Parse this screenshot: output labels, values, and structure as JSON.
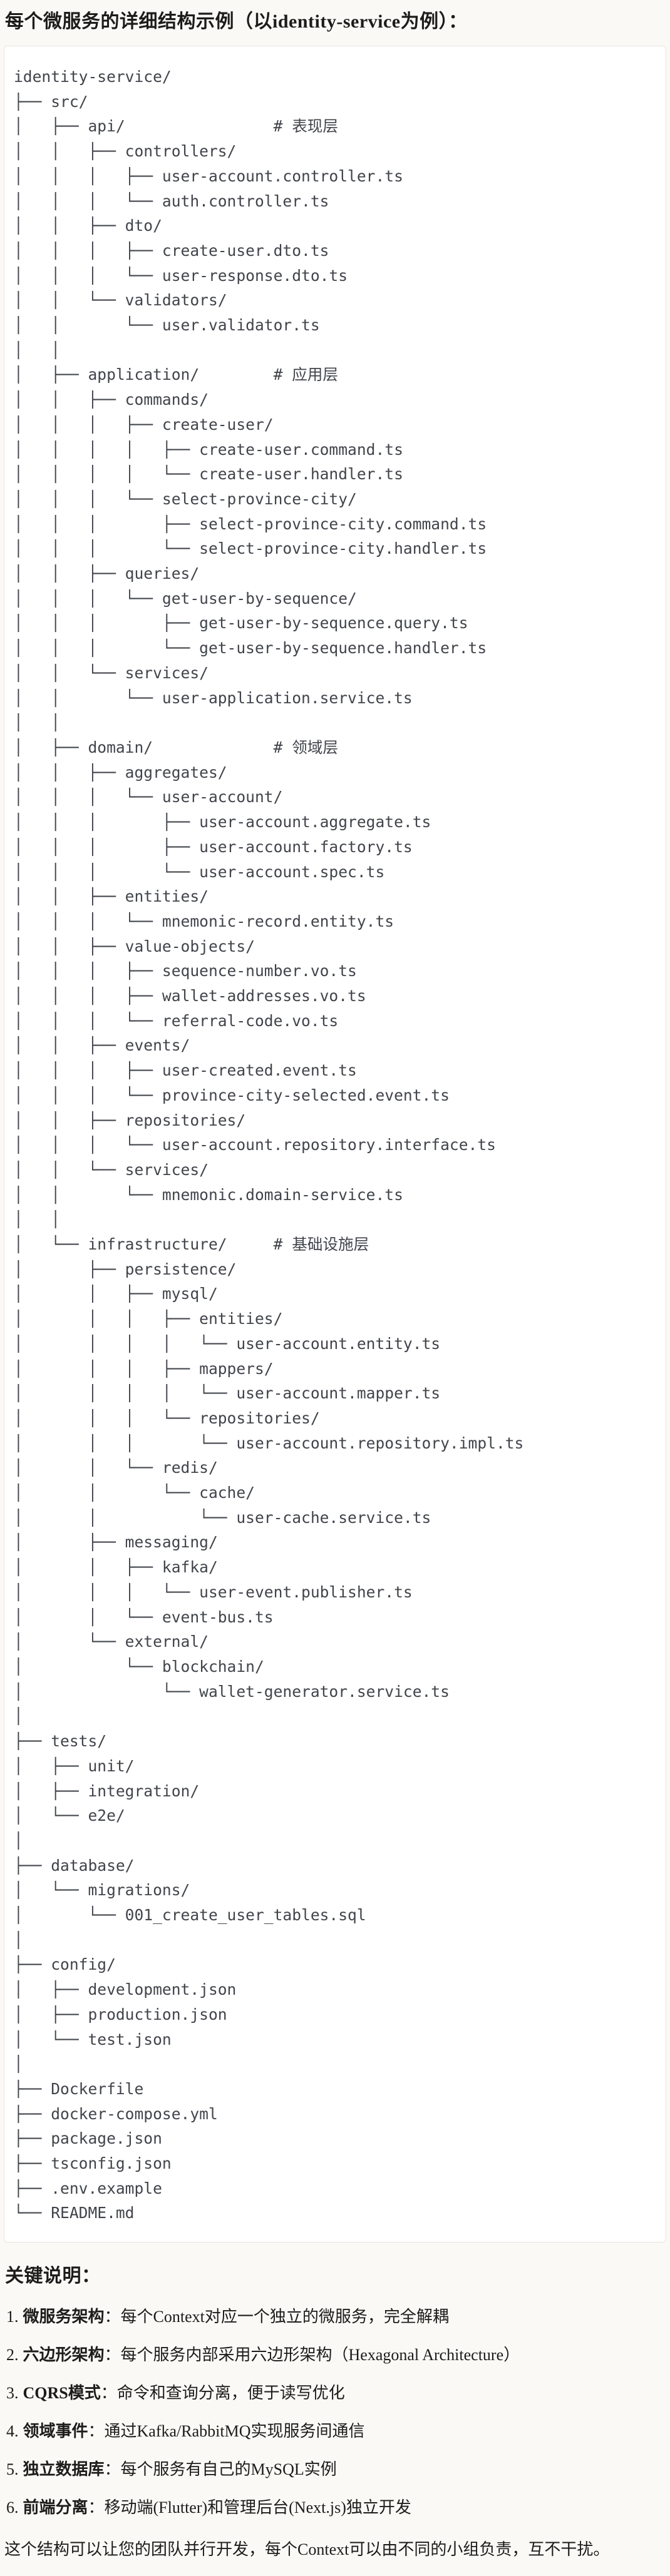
{
  "page": {
    "title": "每个微服务的详细结构示例（以identity-service为例）：",
    "section_heading": "关键说明：",
    "closing_paragraph": "这个结构可以让您的团队并行开发，每个Context可以由不同的小组负责，互不干扰。"
  },
  "code_block": {
    "root": "identity-service/",
    "layer_comments": [
      "# 表现层",
      "# 应用层",
      "# 领域层",
      "# 基础设施层"
    ],
    "lines": [
      "identity-service/",
      "├── src/",
      "│   ├── api/                # 表现层",
      "│   │   ├── controllers/",
      "│   │   │   ├── user-account.controller.ts",
      "│   │   │   └── auth.controller.ts",
      "│   │   ├── dto/",
      "│   │   │   ├── create-user.dto.ts",
      "│   │   │   └── user-response.dto.ts",
      "│   │   └── validators/",
      "│   │       └── user.validator.ts",
      "│   │",
      "│   ├── application/        # 应用层",
      "│   │   ├── commands/",
      "│   │   │   ├── create-user/",
      "│   │   │   │   ├── create-user.command.ts",
      "│   │   │   │   └── create-user.handler.ts",
      "│   │   │   └── select-province-city/",
      "│   │   │       ├── select-province-city.command.ts",
      "│   │   │       └── select-province-city.handler.ts",
      "│   │   ├── queries/",
      "│   │   │   └── get-user-by-sequence/",
      "│   │   │       ├── get-user-by-sequence.query.ts",
      "│   │   │       └── get-user-by-sequence.handler.ts",
      "│   │   └── services/",
      "│   │       └── user-application.service.ts",
      "│   │",
      "│   ├── domain/             # 领域层",
      "│   │   ├── aggregates/",
      "│   │   │   └── user-account/",
      "│   │   │       ├── user-account.aggregate.ts",
      "│   │   │       ├── user-account.factory.ts",
      "│   │   │       └── user-account.spec.ts",
      "│   │   ├── entities/",
      "│   │   │   └── mnemonic-record.entity.ts",
      "│   │   ├── value-objects/",
      "│   │   │   ├── sequence-number.vo.ts",
      "│   │   │   ├── wallet-addresses.vo.ts",
      "│   │   │   └── referral-code.vo.ts",
      "│   │   ├── events/",
      "│   │   │   ├── user-created.event.ts",
      "│   │   │   └── province-city-selected.event.ts",
      "│   │   ├── repositories/",
      "│   │   │   └── user-account.repository.interface.ts",
      "│   │   └── services/",
      "│   │       └── mnemonic.domain-service.ts",
      "│   │",
      "│   └── infrastructure/     # 基础设施层",
      "│       ├── persistence/",
      "│       │   ├── mysql/",
      "│       │   │   ├── entities/",
      "│       │   │   │   └── user-account.entity.ts",
      "│       │   │   ├── mappers/",
      "│       │   │   │   └── user-account.mapper.ts",
      "│       │   │   └── repositories/",
      "│       │   │       └── user-account.repository.impl.ts",
      "│       │   └── redis/",
      "│       │       └── cache/",
      "│       │           └── user-cache.service.ts",
      "│       ├── messaging/",
      "│       │   ├── kafka/",
      "│       │   │   └── user-event.publisher.ts",
      "│       │   └── event-bus.ts",
      "│       └── external/",
      "│           └── blockchain/",
      "│               └── wallet-generator.service.ts",
      "│",
      "├── tests/",
      "│   ├── unit/",
      "│   ├── integration/",
      "│   └── e2e/",
      "│",
      "├── database/",
      "│   └── migrations/",
      "│       └── 001_create_user_tables.sql",
      "│",
      "├── config/",
      "│   ├── development.json",
      "│   ├── production.json",
      "│   └── test.json",
      "│",
      "├── Dockerfile",
      "├── docker-compose.yml",
      "├── package.json",
      "├── tsconfig.json",
      "├── .env.example",
      "└── README.md"
    ]
  },
  "key_points": [
    {
      "num": "1.",
      "label": "微服务架构",
      "desc": "：每个Context对应一个独立的微服务，完全解耦"
    },
    {
      "num": "2.",
      "label": "六边形架构",
      "desc": "：每个服务内部采用六边形架构（Hexagonal Architecture）"
    },
    {
      "num": "3.",
      "label": "CQRS模式",
      "desc": "：命令和查询分离，便于读写优化"
    },
    {
      "num": "4.",
      "label": "领域事件",
      "desc": "：通过Kafka/RabbitMQ实现服务间通信"
    },
    {
      "num": "5.",
      "label": "独立数据库",
      "desc": "：每个服务有自己的MySQL实例"
    },
    {
      "num": "6.",
      "label": "前端分离",
      "desc": "：移动端(Flutter)和管理后台(Next.js)独立开发"
    }
  ],
  "colors": {
    "page_bg": "#faf9f5",
    "code_bg": "#ffffff",
    "code_border": "#e7e5de",
    "code_text": "#41444a",
    "body_text": "#1d1c1a"
  }
}
